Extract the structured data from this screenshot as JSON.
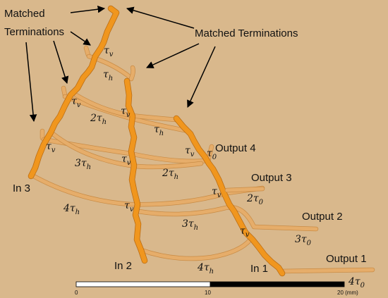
{
  "labels": {
    "matched_left": "Matched\nTerminations",
    "matched_right": "Matched Terminations",
    "in1": "In 1",
    "in2": "In 2",
    "in3": "In 3",
    "out1": "Output 1",
    "out2": "Output 2",
    "out3": "Output 3",
    "out4": "Output 4"
  },
  "delays": {
    "tau": "τ",
    "sub_v": "v",
    "sub_h": "h",
    "sub_0": "0",
    "coef_2": "2",
    "coef_3": "3",
    "coef_4": "4"
  },
  "scale": {
    "tick_0": "0",
    "tick_10": "10",
    "tick_20": "20 (mm)"
  },
  "colors": {
    "background": "#d9b88c",
    "vertical_line": "#f0961e",
    "horizontal_line": "#e6ad6a"
  }
}
